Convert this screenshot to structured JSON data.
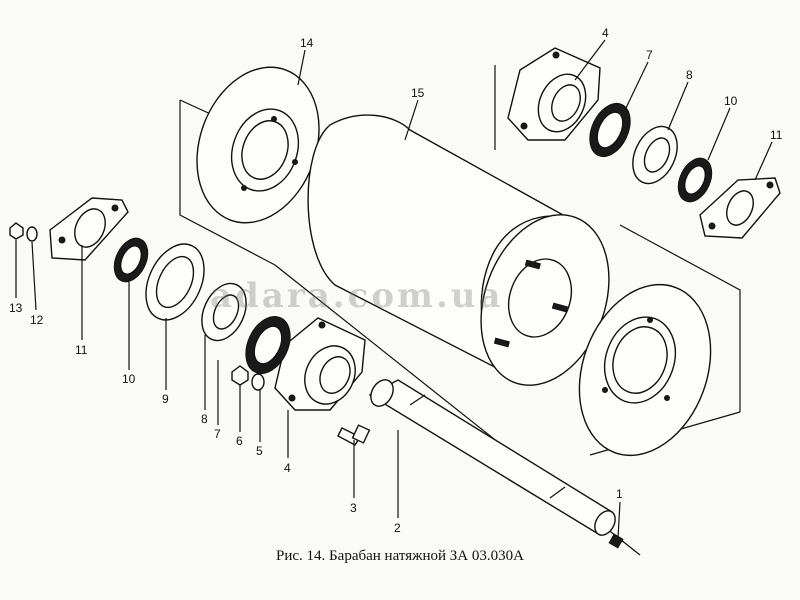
{
  "caption": "Рис. 14. Барабан натяжной ЗА 03.030А",
  "watermark": "adara.com.ua",
  "callouts": {
    "c1": "1",
    "c2": "2",
    "c3": "3",
    "c4a": "4",
    "c4b": "4",
    "c5": "5",
    "c6": "6",
    "c7a": "7",
    "c7b": "7",
    "c8a": "8",
    "c8b": "8",
    "c9": "9",
    "c10a": "10",
    "c10b": "10",
    "c11a": "11",
    "c11b": "11",
    "c12": "12",
    "c13": "13",
    "c14": "14",
    "c15": "15"
  }
}
